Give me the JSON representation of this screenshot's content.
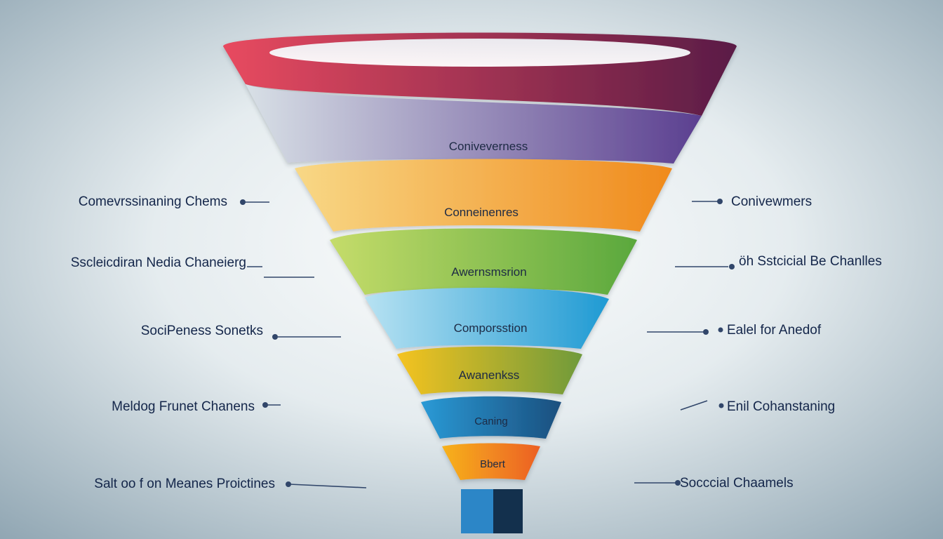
{
  "diagram": {
    "funnel_stages": [
      {
        "label": "",
        "colors": [
          "#e84a5f",
          "#5a1c46"
        ]
      },
      {
        "label": "Coniveverness",
        "colors": [
          "#d8e0e6",
          "#5b3f90"
        ]
      },
      {
        "label": "Conneinenres",
        "colors": [
          "#f8d886",
          "#f08a1c"
        ]
      },
      {
        "label": "Awernsmsrion",
        "colors": [
          "#c5dc6a",
          "#5aa83d"
        ]
      },
      {
        "label": "Comporsstion",
        "colors": [
          "#b7e2f2",
          "#1f9ad3"
        ]
      },
      {
        "label": "Awanenkss",
        "colors": [
          "#f5c320",
          "#6f9a3b"
        ]
      },
      {
        "label": "Caning",
        "colors": [
          "#2a9ad6",
          "#1b4f7e"
        ]
      },
      {
        "label": "Bbert",
        "colors": [
          "#f7b21d",
          "#ec5f24"
        ]
      }
    ],
    "left_labels": [
      "Comevrssinaning Chems",
      "Sscleicdiran Nedia Chaneierg",
      "SociPeness Sonetks",
      "Meldog Frunet Chanens",
      "Salt oo f on Meanes Proictines"
    ],
    "right_labels": [
      "Conivewmers",
      "öh Sstcicial Be Chanlles",
      "Ealel for Anedof",
      "Enil Cohanstaning",
      "Socccial Chaamels"
    ],
    "colors": {
      "background_center": "#fbfcfc",
      "background_edge": "#8fa5b2",
      "text": "#14264a",
      "connector": "#31466a",
      "spout_left": "#2c86c7",
      "spout_right": "#13304d"
    }
  }
}
